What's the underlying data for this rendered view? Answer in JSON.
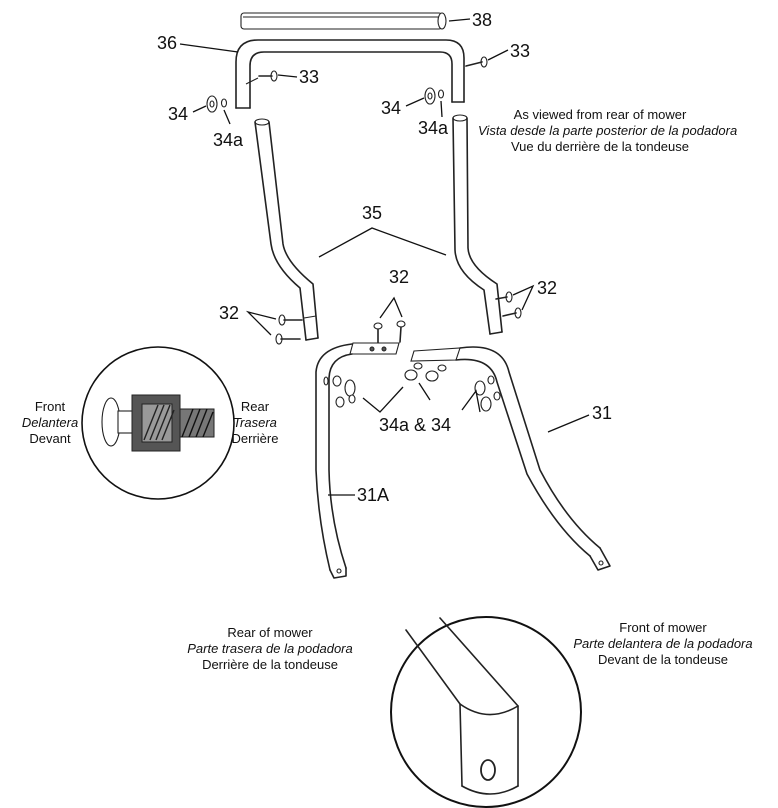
{
  "part_labels": {
    "p38": "38",
    "p36": "36",
    "p33_left": "33",
    "p33_right": "33",
    "p34_left": "34",
    "p34a_left": "34a",
    "p34_right": "34",
    "p34a_right": "34a",
    "p35": "35",
    "p32_top": "32",
    "p32_left": "32",
    "p32_right": "32",
    "p34a_34": "34a & 34",
    "p31": "31",
    "p31A": "31A"
  },
  "view_caption": {
    "en": "As viewed from rear of mower",
    "es": "Vista desde la parte posterior de la podadora",
    "fr": "Vue du derrière de la tondeuse"
  },
  "knob_detail": {
    "front_en": "Front",
    "front_es": "Delantera",
    "front_fr": "Devant",
    "rear_en": "Rear",
    "rear_es": "Trasera",
    "rear_fr": "Derrière"
  },
  "rear_of_mower": {
    "en": "Rear of mower",
    "es": "Parte trasera de la podadora",
    "fr": "Derrière de la tondeuse"
  },
  "front_of_mower": {
    "en": "Front of mower",
    "es": "Parte delantera de la podadora",
    "fr": "Devant de la tondeuse"
  }
}
